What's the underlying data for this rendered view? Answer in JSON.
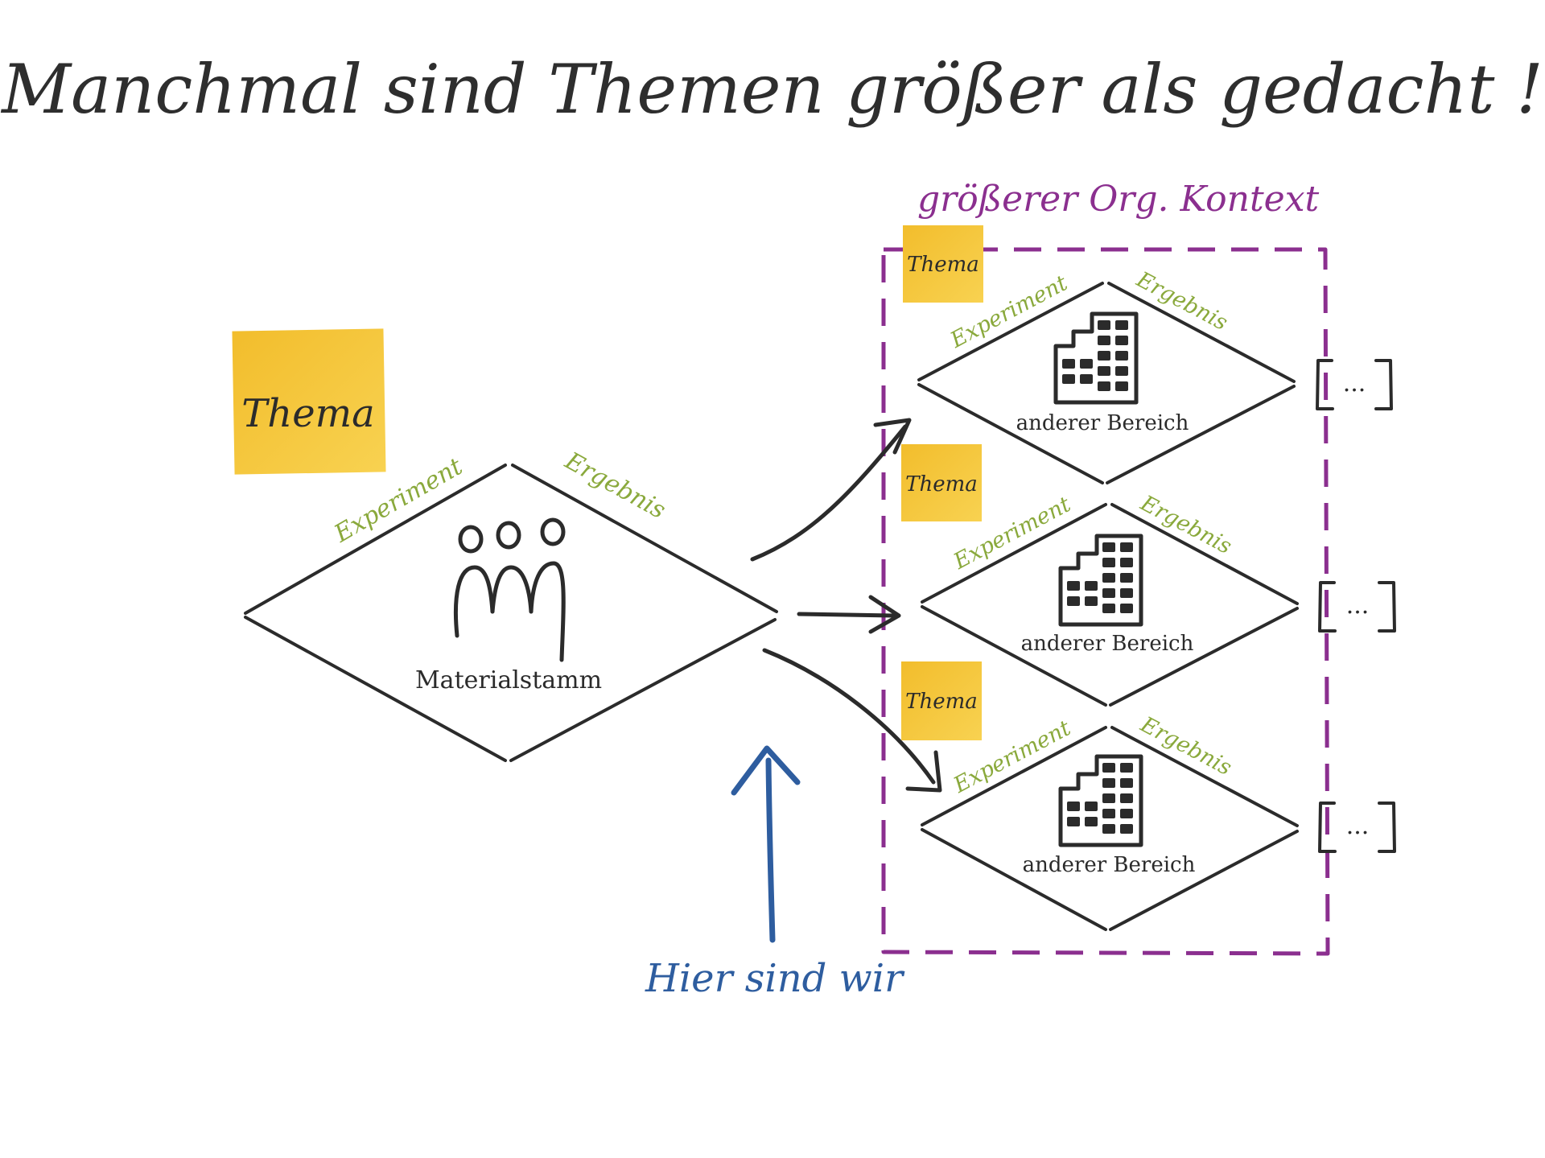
{
  "title": "Manchmal sind Themen größer als gedacht !",
  "context_label": "größerer Org. Kontext",
  "left": {
    "note": "Thema",
    "experiment": "Experiment",
    "ergebnis": "Ergebnis",
    "caption": "Materialstamm"
  },
  "right_items": [
    {
      "note": "Thema",
      "experiment": "Experiment",
      "ergebnis": "Ergebnis",
      "caption": "anderer Bereich",
      "bracket": "..."
    },
    {
      "note": "Thema",
      "experiment": "Experiment",
      "ergebnis": "Ergebnis",
      "caption": "anderer Bereich",
      "bracket": "..."
    },
    {
      "note": "Thema",
      "experiment": "Experiment",
      "ergebnis": "Ergebnis",
      "caption": "anderer Bereich",
      "bracket": "..."
    }
  ],
  "pointer_label": "Hier sind wir",
  "colors": {
    "sticky": "#f6c63d",
    "context": "#8b2f8f",
    "green": "#8aa93c",
    "blue": "#2e5d9f",
    "ink": "#2b2b2b"
  },
  "icons": {
    "left": "people-group-icon",
    "right": "office-building-icon"
  }
}
